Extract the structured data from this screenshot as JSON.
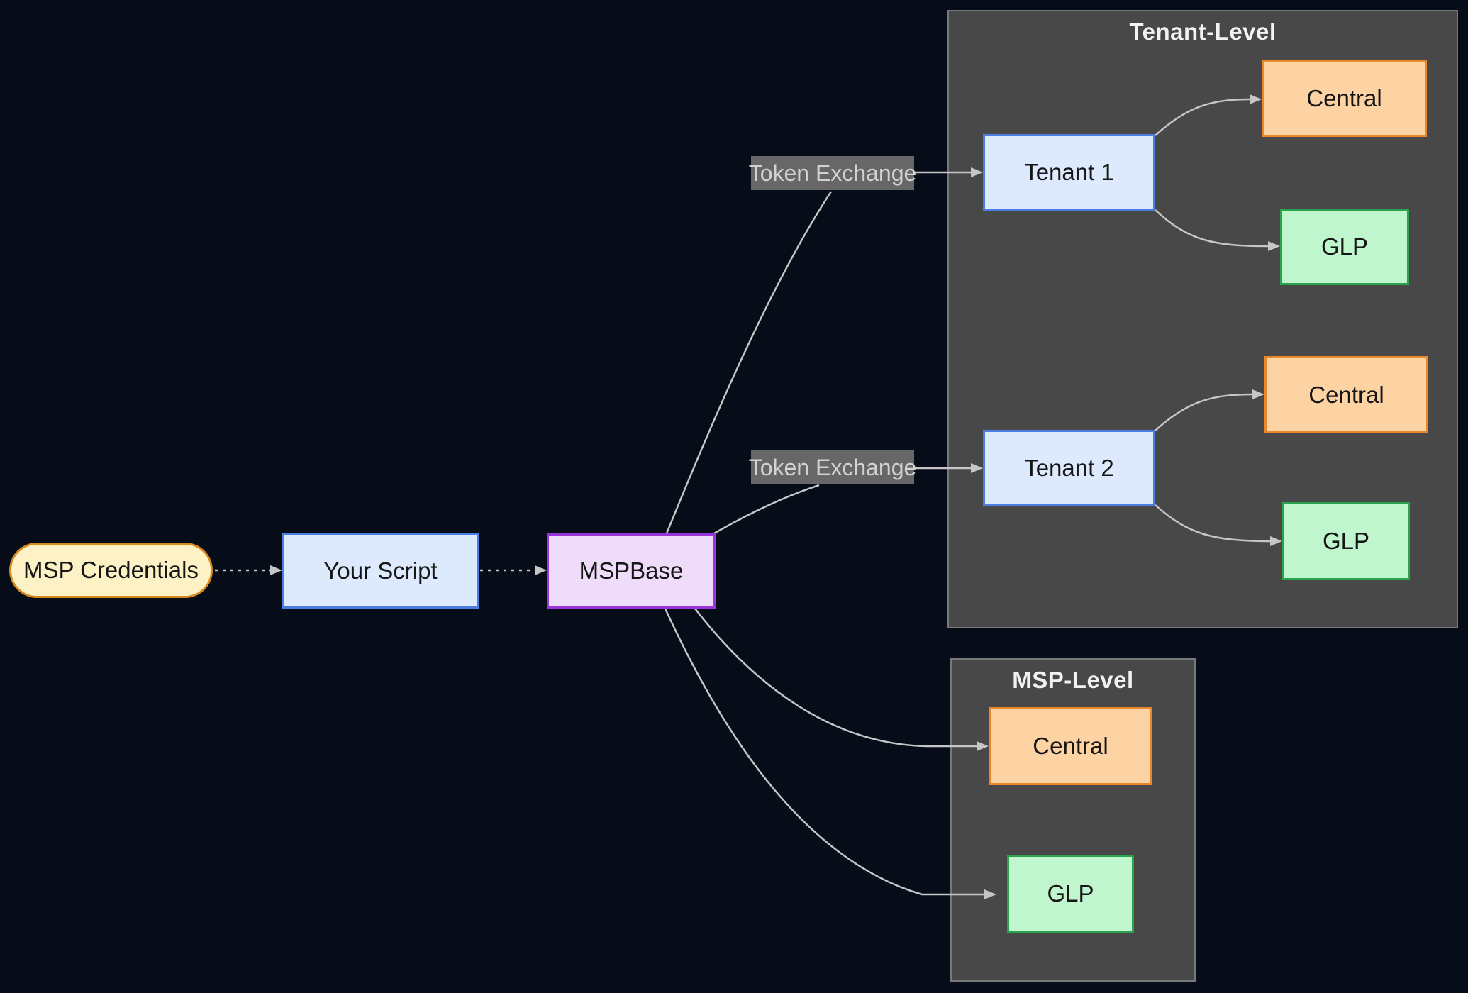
{
  "diagram": {
    "type": "flowchart",
    "background_color": "#070c19",
    "edge_color": "#c6c6c6",
    "clusters": {
      "tenant_level": {
        "title": "Tenant-Level",
        "fill": "#484848",
        "border": "#787878"
      },
      "msp_level": {
        "title": "MSP-Level",
        "fill": "#484848",
        "border": "#787878"
      }
    },
    "nodes": {
      "msp_credentials": {
        "label": "MSP Credentials",
        "shape": "stadium",
        "fill": "#fdf2c6",
        "border": "#d8891b"
      },
      "your_script": {
        "label": "Your Script",
        "shape": "rect",
        "fill": "#dde9fc",
        "border": "#4b7de2"
      },
      "mspbase": {
        "label": "MSPBase",
        "shape": "rect",
        "fill": "#eedcfa",
        "border": "#9b35d9"
      },
      "tenant_1": {
        "label": "Tenant 1",
        "shape": "rect",
        "fill": "#dde9fc",
        "border": "#4b7de2"
      },
      "tenant_2": {
        "label": "Tenant 2",
        "shape": "rect",
        "fill": "#dde9fc",
        "border": "#4b7de2"
      },
      "central_tenant_1": {
        "label": "Central",
        "shape": "rect",
        "fill": "#fdd3a4",
        "border": "#e8872c"
      },
      "glp_tenant_1": {
        "label": "GLP",
        "shape": "rect",
        "fill": "#c0f6ce",
        "border": "#2ba24d"
      },
      "central_tenant_2": {
        "label": "Central",
        "shape": "rect",
        "fill": "#fdd3a4",
        "border": "#e8872c"
      },
      "glp_tenant_2": {
        "label": "GLP",
        "shape": "rect",
        "fill": "#c0f6ce",
        "border": "#2ba24d"
      },
      "central_msp": {
        "label": "Central",
        "shape": "rect",
        "fill": "#fdd3a4",
        "border": "#e8872c"
      },
      "glp_msp": {
        "label": "GLP",
        "shape": "rect",
        "fill": "#c0f6ce",
        "border": "#2ba24d"
      }
    },
    "edge_labels": {
      "token_exchange_1": "Token Exchange",
      "token_exchange_2": "Token Exchange"
    },
    "edges": [
      {
        "from": "msp_credentials",
        "to": "your_script",
        "style": "dotted",
        "label": ""
      },
      {
        "from": "your_script",
        "to": "mspbase",
        "style": "dotted",
        "label": ""
      },
      {
        "from": "mspbase",
        "to": "tenant_1",
        "style": "solid",
        "label": "Token Exchange"
      },
      {
        "from": "mspbase",
        "to": "tenant_2",
        "style": "solid",
        "label": "Token Exchange"
      },
      {
        "from": "mspbase",
        "to": "central_msp",
        "style": "solid",
        "label": ""
      },
      {
        "from": "mspbase",
        "to": "glp_msp",
        "style": "solid",
        "label": ""
      },
      {
        "from": "tenant_1",
        "to": "central_tenant_1",
        "style": "solid",
        "label": ""
      },
      {
        "from": "tenant_1",
        "to": "glp_tenant_1",
        "style": "solid",
        "label": ""
      },
      {
        "from": "tenant_2",
        "to": "central_tenant_2",
        "style": "solid",
        "label": ""
      },
      {
        "from": "tenant_2",
        "to": "glp_tenant_2",
        "style": "solid",
        "label": ""
      }
    ]
  }
}
